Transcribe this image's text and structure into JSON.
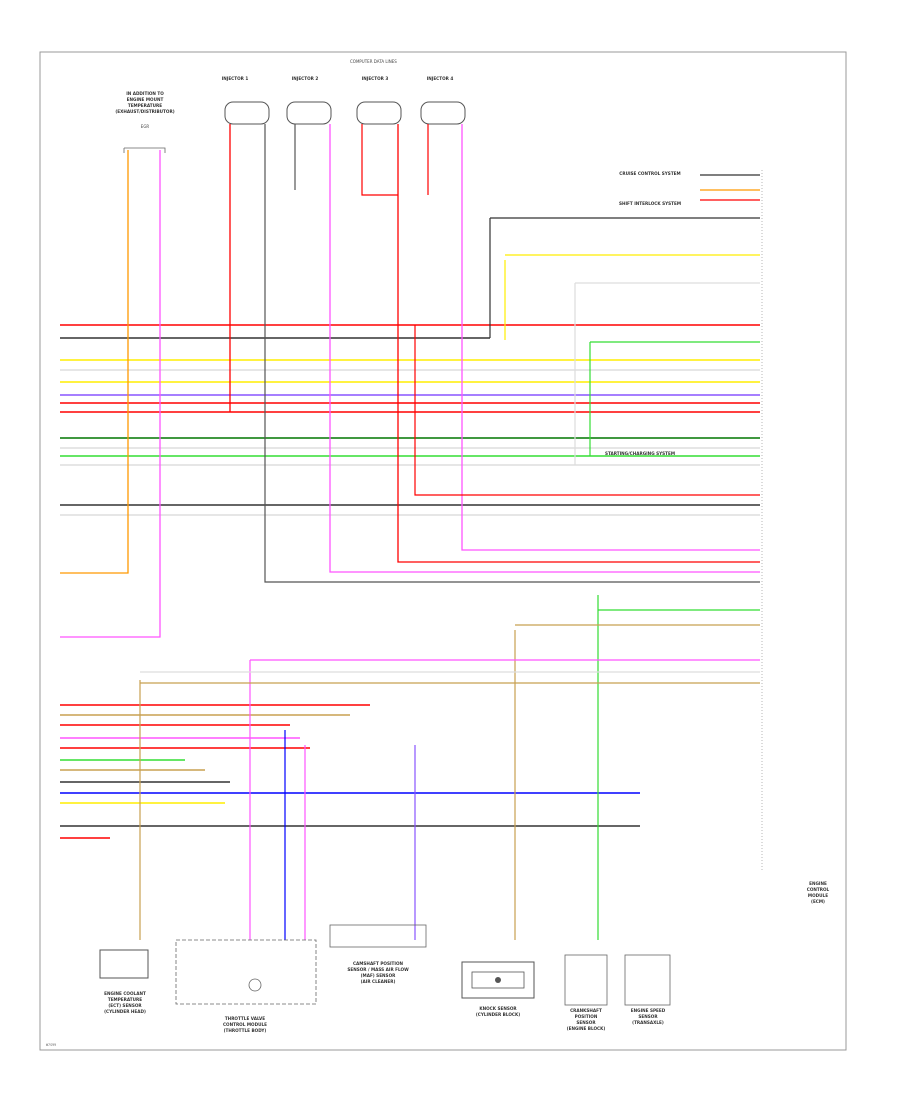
{
  "title": "COMPUTER DATA LINES",
  "colors": {
    "ORN": "#ff9900",
    "PNK": "#ff55ff",
    "RED": "#ff0000",
    "BRN": "#555555",
    "BLU": "#0000ff",
    "VIO": "#8855ff",
    "GRN": "#33dd33",
    "YEL": "#ffee00",
    "TAN": "#c8a050",
    "WHT": "#dddddd",
    "BLK": "#333333",
    "DKGRN": "#007700",
    "LTBLU": "#33ccff",
    "GRY": "#888888"
  },
  "labels": {
    "top_left_component": [
      "IN ADDITION TO",
      "ENGINE MOUNT",
      "TEMPERATURE",
      "(EXHAUST/DISTRIBUTOR)"
    ],
    "top_left_sub": "EGR",
    "injector_title": "FUEL INJECTOR",
    "injectors": [
      "INJECTOR 1",
      "INJECTOR 2",
      "INJECTOR 3",
      "INJECTOR 4"
    ],
    "right_systems": [
      "CRUISE CONTROL SYSTEM",
      "SHIFT INTERLOCK SYSTEM",
      "STARTING/CHARGING SYSTEM"
    ],
    "ecm": [
      "ENGINE",
      "CONTROL",
      "MODULE",
      "(ECM)"
    ],
    "bottom_components": [
      [
        "ENGINE COOLANT",
        "TEMPERATURE",
        "(ECT) SENSOR",
        "(CYLINDER HEAD)"
      ],
      [
        "THROTTLE VALVE",
        "CONTROL MODULE",
        "(THROTTLE BODY)"
      ],
      [
        "CAMSHAFT POSITION",
        "SENSOR / MASS AIR FLOW",
        "(MAF) SENSOR",
        "(AIR CLEANER)"
      ],
      [
        "KNOCK SENSOR",
        "(CYLINDER BLOCK)"
      ],
      [
        "CRANKSHAFT",
        "POSITION",
        "SENSOR",
        "(ENGINE BLOCK)"
      ],
      [
        "ENGINE SPEED",
        "SENSOR",
        "(TRANSAXLE)"
      ]
    ],
    "footer": "W7S99"
  }
}
